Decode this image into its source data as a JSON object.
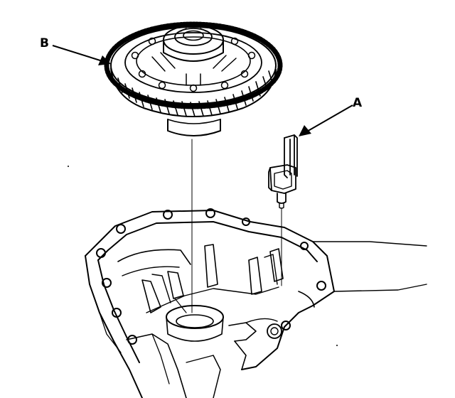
{
  "labels": {
    "a": "A",
    "b": "B"
  },
  "parts": {
    "gear": "final-driven-gear",
    "sensor": "speed-sensor",
    "housing": "transmission-housing"
  },
  "colors": {
    "ink": "#000000",
    "paper": "#ffffff"
  }
}
